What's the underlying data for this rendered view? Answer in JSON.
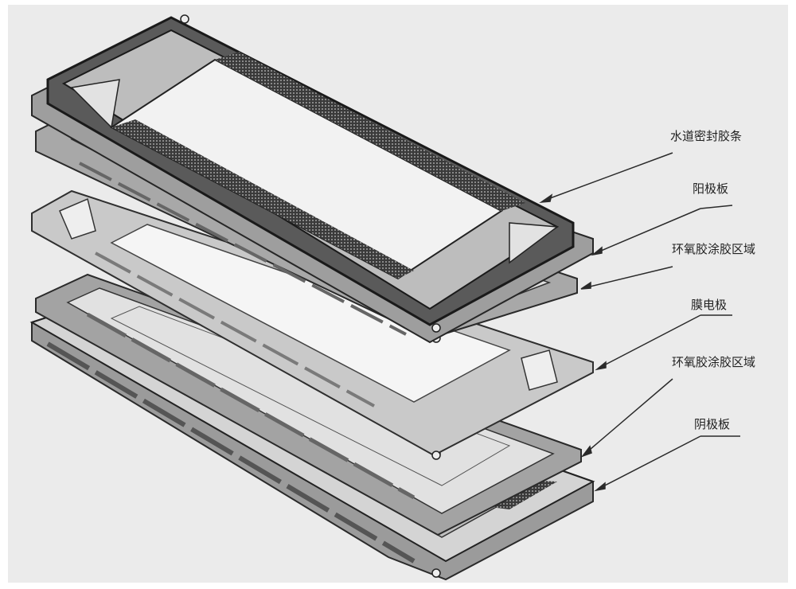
{
  "labels": [
    "水道密封胶条",
    "阳极板",
    "环氧胶涂胶区域",
    "膜电极",
    "环氧胶涂胶区域",
    "阴极板"
  ]
}
